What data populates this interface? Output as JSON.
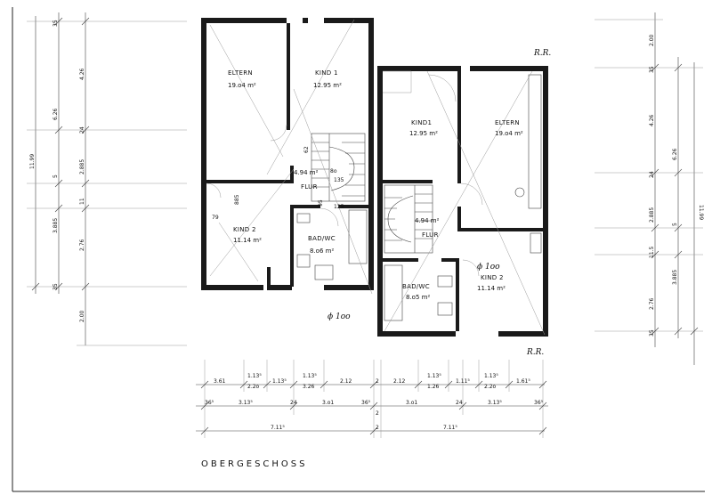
{
  "title": "OBERGESCHOSS",
  "left_unit": {
    "eltern_label": "ELTERN",
    "eltern_area": "19.o4 m²",
    "kind1_label": "KIND 1",
    "kind1_area": "12.95 m²",
    "flur_label": "FLUR",
    "flur_area": "4.94 m²",
    "kind2_label": "KIND 2",
    "kind2_area": "11.14 m²",
    "bad_label": "BAD/WC",
    "bad_area": "8.o6 m²",
    "annot_80": "8o",
    "annot_135": "135",
    "annot_125": "125",
    "annot_79": "79",
    "annot_885": "885",
    "annot_95": "95",
    "annot_62": "62",
    "diameter": "ϕ 1oo"
  },
  "right_unit": {
    "eltern_label": "ELTERN",
    "eltern_area": "19.o4 m²",
    "kind1_label": "KIND1",
    "kind1_area": "12.95 m²",
    "flur_label": "FLUR",
    "flur_area": "4.94 m²",
    "kind2_label": "KIND 2",
    "kind2_area": "11.14 m²",
    "bad_label": "BAD/WC",
    "bad_area": "8.o5 m²",
    "diameter": "ϕ 1oo",
    "rr_top": "R.R.",
    "rr_bottom": "R.R."
  },
  "left_dims": {
    "outer": "11.99",
    "segments": [
      "35",
      "6.26",
      "4.26",
      "24",
      "2.885",
      "5",
      "11",
      "3.885",
      "2.76",
      "35",
      "2.00"
    ]
  },
  "right_dims": {
    "outer": "11.99",
    "segments": [
      "2.00",
      "35",
      "4.26",
      "6.26",
      "24",
      "2.885",
      "5",
      "11.5",
      "3.885",
      "2.76",
      "35"
    ]
  },
  "bottom_dims": {
    "row1": [
      "3.61",
      "1.13⁵",
      "2.2o",
      "1.13⁵",
      "1.13⁵",
      "3.26",
      "2.12",
      "2",
      "2.12",
      "1.13⁵",
      "1.26",
      "1.11⁵",
      "1.13⁵",
      "2.2o",
      "1.61⁵"
    ],
    "row2": [
      "36⁵",
      "3.13⁵",
      "24",
      "3.o1",
      "36⁵",
      "2",
      "3.o1",
      "24",
      "3.13⁵",
      "36⁵"
    ],
    "row3": [
      "7.11⁵",
      "2",
      "7.11⁵"
    ]
  }
}
